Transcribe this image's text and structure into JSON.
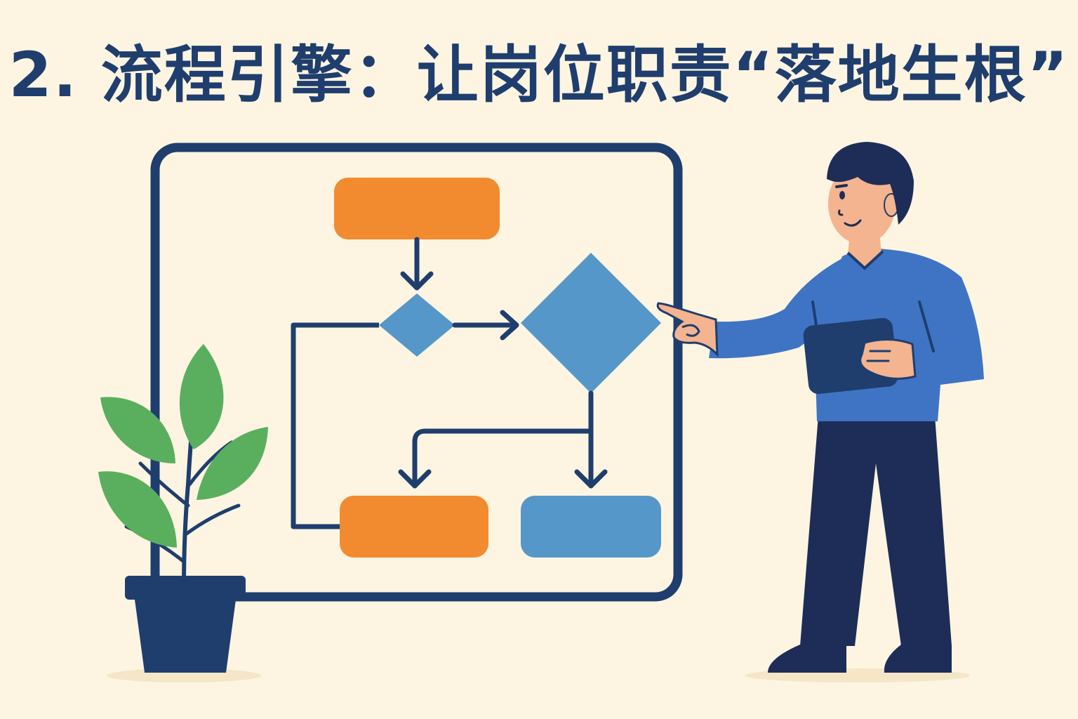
{
  "slide": {
    "title": "2. 流程引擎：让岗位职责“落地生根”"
  },
  "colors": {
    "background": "#fdf5e1",
    "navy": "#1f3e6e",
    "orange": "#f28a30",
    "blue": "#5597c9",
    "shirt": "#3f74c4",
    "pants": "#1e2d57",
    "leaf": "#5aaf5f"
  },
  "icons": [
    "flowchart-board",
    "potted-plant-icon",
    "presenter-figure",
    "tablet-icon"
  ]
}
